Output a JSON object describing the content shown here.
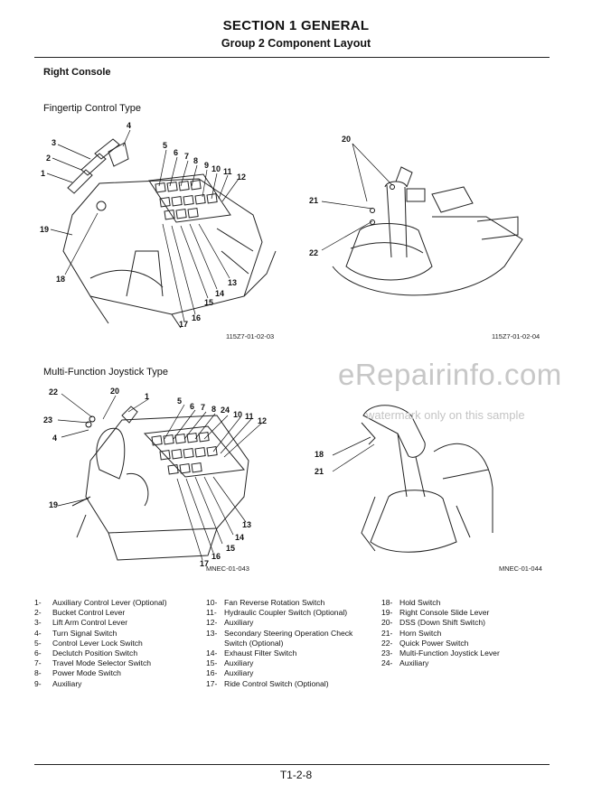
{
  "header": {
    "section": "SECTION 1 GENERAL",
    "group": "Group 2 Component Layout"
  },
  "subheading": "Right Console",
  "fingertip": {
    "title": "Fingertip Control Type",
    "left_code": "115Z7-01-02-03",
    "right_code": "115Z7-01-02-04",
    "left_callouts": [
      "1",
      "2",
      "3",
      "4",
      "5",
      "6",
      "7",
      "8",
      "9",
      "10",
      "11",
      "12",
      "13",
      "14",
      "15",
      "16",
      "17",
      "18",
      "19"
    ],
    "right_callouts": [
      "20",
      "21",
      "22"
    ]
  },
  "multifunction": {
    "title": "Multi-Function Joystick Type",
    "left_code": "MNEC-01-043",
    "right_code": "MNEC-01-044",
    "left_callouts": [
      "22",
      "20",
      "1",
      "23",
      "4",
      "5",
      "6",
      "7",
      "8",
      "24",
      "10",
      "11",
      "12",
      "13",
      "14",
      "15",
      "16",
      "17",
      "19"
    ],
    "right_callouts": [
      "18",
      "21"
    ]
  },
  "legend": {
    "col1": [
      {
        "num": "1-",
        "label": "Auxiliary Control Lever (Optional)"
      },
      {
        "num": "2-",
        "label": "Bucket Control Lever"
      },
      {
        "num": "3-",
        "label": "Lift Arm Control Lever"
      },
      {
        "num": "4-",
        "label": "Turn Signal Switch"
      },
      {
        "num": "5-",
        "label": "Control Lever Lock Switch"
      },
      {
        "num": "6-",
        "label": "Declutch Position Switch"
      },
      {
        "num": "7-",
        "label": "Travel Mode Selector Switch"
      },
      {
        "num": "8-",
        "label": "Power Mode Switch"
      },
      {
        "num": "9-",
        "label": "Auxiliary"
      }
    ],
    "col2": [
      {
        "num": "10-",
        "label": "Fan Reverse Rotation Switch"
      },
      {
        "num": "11-",
        "label": "Hydraulic Coupler Switch (Optional)"
      },
      {
        "num": "12-",
        "label": "Auxiliary"
      },
      {
        "num": "13-",
        "label": "Secondary Steering Operation Check"
      },
      {
        "num": "",
        "label": "Switch (Optional)"
      },
      {
        "num": "14-",
        "label": "Exhaust Filter Switch"
      },
      {
        "num": "15-",
        "label": "Auxiliary"
      },
      {
        "num": "16-",
        "label": "Auxiliary"
      },
      {
        "num": "17-",
        "label": "Ride Control Switch (Optional)"
      }
    ],
    "col3": [
      {
        "num": "18-",
        "label": "Hold Switch"
      },
      {
        "num": "19-",
        "label": "Right Console Slide Lever"
      },
      {
        "num": "20-",
        "label": "DSS (Down Shift Switch)"
      },
      {
        "num": "21-",
        "label": "Horn Switch"
      },
      {
        "num": "22-",
        "label": "Quick Power Switch"
      },
      {
        "num": "23-",
        "label": "Multi-Function Joystick Lever"
      },
      {
        "num": "24-",
        "label": "Auxiliary"
      }
    ]
  },
  "watermark": {
    "main": "eRepairinfo.com",
    "sub": "watermark only on this sample"
  },
  "page_number": "T1-2-8"
}
